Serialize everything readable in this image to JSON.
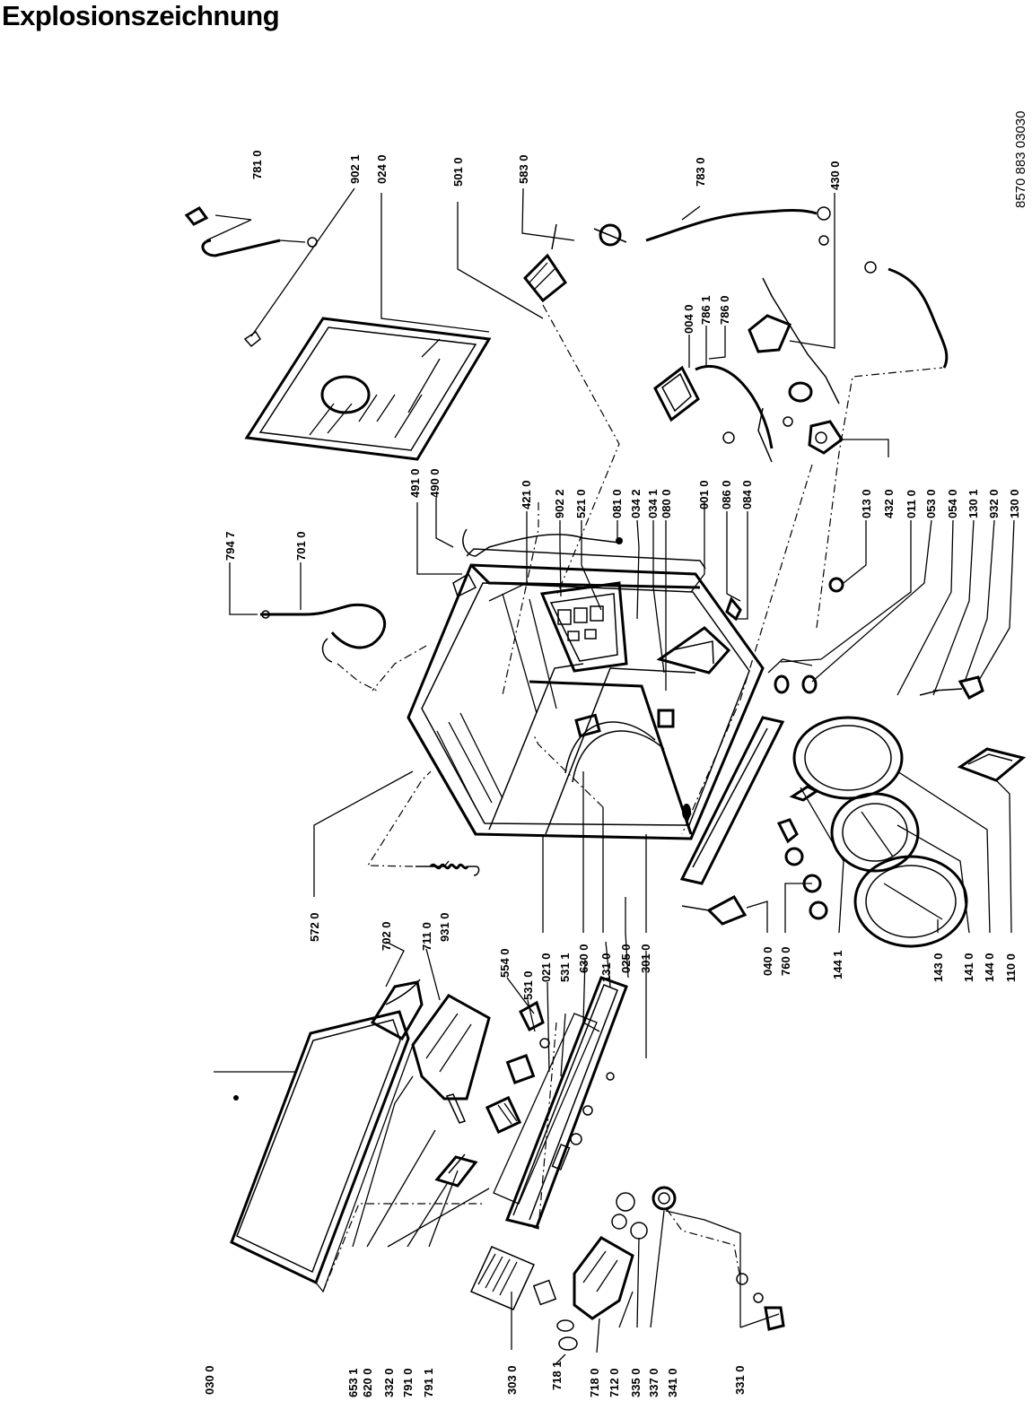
{
  "title": "Explosionszeichnung",
  "document_number": "8570 883 03030",
  "part_labels": {
    "p030_0": "030 0",
    "p653_1": "653  1",
    "p620_0": "620 0",
    "p332_0": "332 0",
    "p791_0": "791 0",
    "p791_1": "791 1",
    "p303_0": "303 0",
    "p718_1": "718 1",
    "p718_0": "718 0",
    "p712_0": "712 0",
    "p335_0": "335 0",
    "p337_0": "337 0",
    "p341_0": "341 0",
    "p331_0": "331 0",
    "p572_0": "572 0",
    "p931_0": "931 0",
    "p702_0": "702 0",
    "p711_0": "711 0",
    "p554_0": "554 0",
    "p531_0": "531  0",
    "p021_0": "021 0",
    "p531_1": "531 1",
    "p630_0": "630 0",
    "p131_0": "131  0",
    "p025_0": "025 0",
    "p301_0": "301 0",
    "p040_0": "040 0",
    "p760_0": "760 0",
    "p144_1": "144 1",
    "p143_0": "143 0",
    "p141_0": "141 0",
    "p144_0": "144 0",
    "p110_0": "110 0",
    "p794_7": "794 7",
    "p701_0": "701 0",
    "p491_0": "491 0",
    "p490_0": "490 0",
    "p421_0": "421 0",
    "p902_2": "902 2",
    "p521_0": "521 0",
    "p081_0": "081 0",
    "p034_2": "034 2",
    "p034_1": "034 1",
    "p080_0": "080 0",
    "p001_0": "001 0",
    "p086_0": "086 0",
    "p084_0": "084 0",
    "p013_0": "013 0",
    "p432_0": "432 0",
    "p011_0": "011 0",
    "p053_0": "053 0",
    "p054_0": "054 0",
    "p130_1": "130 1",
    "p932_0": "932 0",
    "p130_0": "130  0",
    "p004_0": "004 0",
    "p786_1": "786 1",
    "p786_0": "786 0",
    "p781_0": "781  0",
    "p902_1": "902 1",
    "p024_0": "024  0",
    "p501_0": "501  0",
    "p583_0": "583 0",
    "p783_0": "783  0",
    "p430_0": "430  0"
  }
}
